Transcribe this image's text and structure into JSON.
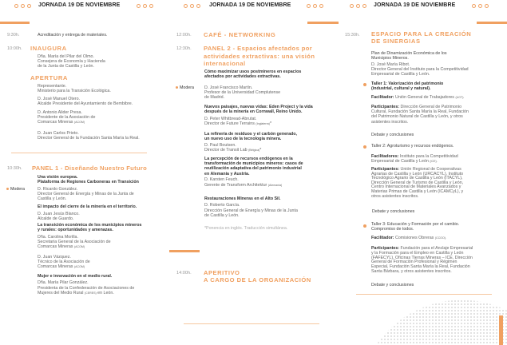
{
  "header": {
    "title": "JORNADA 19 DE NOVIEMBRE"
  },
  "colors": {
    "accent": "#f0a060",
    "text": "#555555"
  },
  "col1": {
    "t1": "9:30h.",
    "t1_text": "Acreditación y entrega de materiales.",
    "t2": "10:00h.",
    "inaugura": "INAUGURA",
    "inaug_name": "Dña. María del Pilar del Olmo.",
    "inaug_role": [
      "Consejera de Economía y Hacienda",
      "de la Junta de Castilla y León."
    ],
    "apertura": "APERTURA",
    "ap1": [
      "Representante.",
      "Ministerio para la Transición Ecológica."
    ],
    "ap2": [
      "D. José Manuel Otero.",
      "Alcalde Presidente del Ayuntamiento de Bembibre."
    ],
    "ap3": [
      "D. Antonio Alider Presa.",
      "Presidente de la Asociación de",
      "Comarcas Mineras",
      "(ACOM)"
    ],
    "ap4": [
      "D. Juan Carlos Prieto.",
      "Director General de la Fundación Santa María la Real."
    ],
    "t3": "10:30h.",
    "panel1": "PANEL 1 - Diseñando Nuestro Futuro",
    "p1_topic1": [
      "Una visión europea.",
      "Plataforma de Regiones Carboneras en Transición"
    ],
    "modera": "Modera",
    "p1_mod": [
      "D. Ricardo González.",
      "Director General de Energía y Minas de la Junta de",
      "Castilla y León."
    ],
    "p1_topic2": "El impacto del cierre de la minería en el territorio.",
    "p1_s2": [
      "D. Juan Jesús Blanco.",
      "Alcalde de Guardo."
    ],
    "p1_topic3": [
      "La transición económica de los municipios mineros",
      "y rurales: oportunidades y amenazas."
    ],
    "p1_s3": [
      "Dña. Carolina Morilla.",
      "Secretaria General de la Asociación de",
      "Comarcas Mineras",
      "(ACOM)"
    ],
    "p1_s4": [
      "D. Juan Vázquez.",
      "Técnico de la Asociación de",
      "Comarcas Mineras",
      "(ACOM)"
    ],
    "p1_topic4": "Mujer e innovación en el medio rural.",
    "p1_s5": [
      "Dña. María Pilar González.",
      "Presidenta de la Confederación de Asociaciones de",
      "Mujeres del Medio Rural",
      "(CERES)",
      "en León."
    ]
  },
  "col2": {
    "t1": "12:00h.",
    "cafe": "CAFÉ - NETWORKING",
    "t2": "12:30h.",
    "panel2": [
      "PANEL 2 - Espacios afectados por",
      "actividades extractivas: una visión",
      "internacional"
    ],
    "topic1": [
      "Cómo maximizar usos postmineros en espacios",
      "afectados por actividades extractivas."
    ],
    "modera": "Modera",
    "mod": [
      "D. José Francisco Martín.",
      "Profesor de la Universidad Complutense",
      "de Madrid."
    ],
    "topic2": [
      "Nuevos paisajes, nuevas vidas: Eden Project y la vida",
      "después de la minería en Cornwall, Reino Unido."
    ],
    "s2": [
      "D. Peter Whitbread-Abrutat.",
      "Director de Future Terrains",
      "(Inglaterra)",
      "*"
    ],
    "topic3": [
      "La refinería de residuos y el carbón generado,",
      "un nuevo uso de la tecnología minera."
    ],
    "s3": [
      "D. Paul Boutsen.",
      "Director de Transit Lab",
      "(Bélgica)",
      "*"
    ],
    "topic4": [
      "La percepción de recursos endógenos en la",
      "transformación de municipios mineros: casos de",
      "reutilización adaptativa del patrimonio industrial",
      "en Alemania y Austria."
    ],
    "s4": [
      "D. Karsten Feuch.",
      "Gerente de Transform Architektur",
      "(Alemania)"
    ],
    "topic5": "Restauraciones Mineras en el Alto Sil.",
    "s5": [
      "D. Roberto García.",
      "Dirección General de Energía y Minas de la Junta",
      "de Castilla y León."
    ],
    "footnote": "*Ponencia en inglés. Traducción simultánea.",
    "t3": "14:00h.",
    "aperitivo": [
      "APERITIVO",
      "A CARGO DE LA ORGANIZACIÓN"
    ]
  },
  "col3": {
    "t1": "15:30h.",
    "heading": [
      "ESPACIO PARA LA CREACIÓN",
      "DE SINERGIAS"
    ],
    "plan": [
      "Plan de Dinamización Económica de los",
      "Municipios Mineros."
    ],
    "ribot": [
      "D. José María Ribot.",
      "Director General del Instituto para la Competitividad",
      "Empresarial de Castilla y León."
    ],
    "taller1": [
      "Taller 1: Valorización del patrimonio",
      "(industrial, cultural y natural)."
    ],
    "fac1_label": "Facilitador:",
    "fac1": "Unión General de Trabajadores",
    "fac1_sm": "(UGT).",
    "part_label": "Participantes:",
    "part1": [
      " Dirección General de Patrimonio",
      "Cultural, Fundación Santa María la Real, Fundación",
      "del Patrimonio Natural de Castilla y León, y otros",
      "asistentes inscritos."
    ],
    "debate": "Debate y conclusiones",
    "taller2": "Taller 2: Agroturismo y recursos endógenos.",
    "fac2_label": "Facilitadores:",
    "fac2": [
      " Instituto para la Competitividad",
      "Empresarial de Castilla y León",
      "(ICE)."
    ],
    "part2": [
      " Unión Regional de Cooperativas",
      "Agrarias de Castilla y León (URCACYL), Instituto",
      "Tecnológico Agrario de Castilla y León (ITACYL),",
      "Dirección General de Turismo de Castilla y León,",
      "Centro Internacional de Materiales Avanzados y",
      "Materias Primas de Castilla y León (ICAMCyL), y",
      "otros asistentes inscritos."
    ],
    "taller3": [
      "Taller 3: Educación y Formación por el cambio.",
      "Compromiso de todos."
    ],
    "fac3_label": "Facilitador:",
    "fac3": " Comisiones Obreras",
    "fac3_sm": "(CCOO).",
    "part3": [
      " Fundación para el Anclaje Empresarial",
      "y la Formación para el Empleo en Castilla y León",
      "(FAFECYL), Oficinas Tierras Mineras – ICE, Dirección",
      "General de Formación Profesional y Régimen",
      "Especial, Fundación Santa María la Real, Fundación",
      "Santa Bárbara, y otros asistentes inscritos."
    ]
  }
}
